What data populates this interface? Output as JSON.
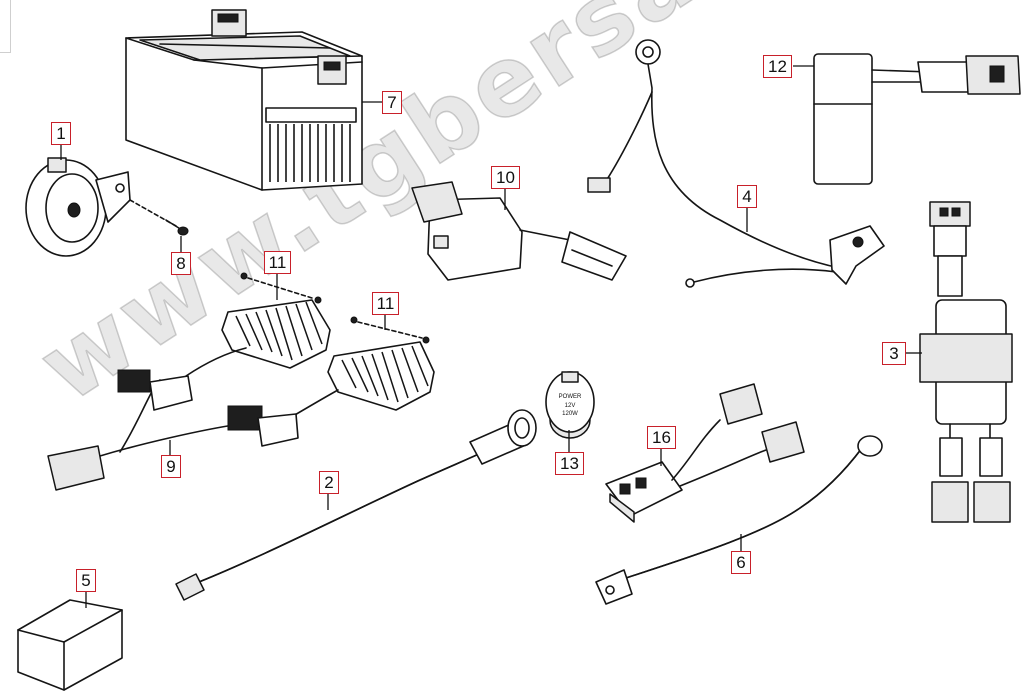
{
  "watermark": "www.tgbersatzteile.de",
  "parts": [
    {
      "id": "battery",
      "label": "7"
    },
    {
      "id": "horn",
      "label": "1"
    },
    {
      "id": "horn-screw",
      "label": "8"
    },
    {
      "id": "starter-relay",
      "label": "10"
    },
    {
      "id": "regulator-a",
      "label": "11"
    },
    {
      "id": "regulator-b",
      "label": "11"
    },
    {
      "id": "regulator-harness",
      "label": "9"
    },
    {
      "id": "main-harness",
      "label": "2"
    },
    {
      "id": "power-socket",
      "label": "13"
    },
    {
      "id": "battery-cable-plus",
      "label": "4"
    },
    {
      "id": "cdi-unit",
      "label": "12"
    },
    {
      "id": "ignition-coil",
      "label": "3"
    },
    {
      "id": "fuse-box",
      "label": "16"
    },
    {
      "id": "battery-cable-minus",
      "label": "6"
    },
    {
      "id": "relay-box",
      "label": "5"
    }
  ],
  "socket_markings": {
    "line1": "POWER",
    "line2": "12V",
    "line3": "120W"
  }
}
